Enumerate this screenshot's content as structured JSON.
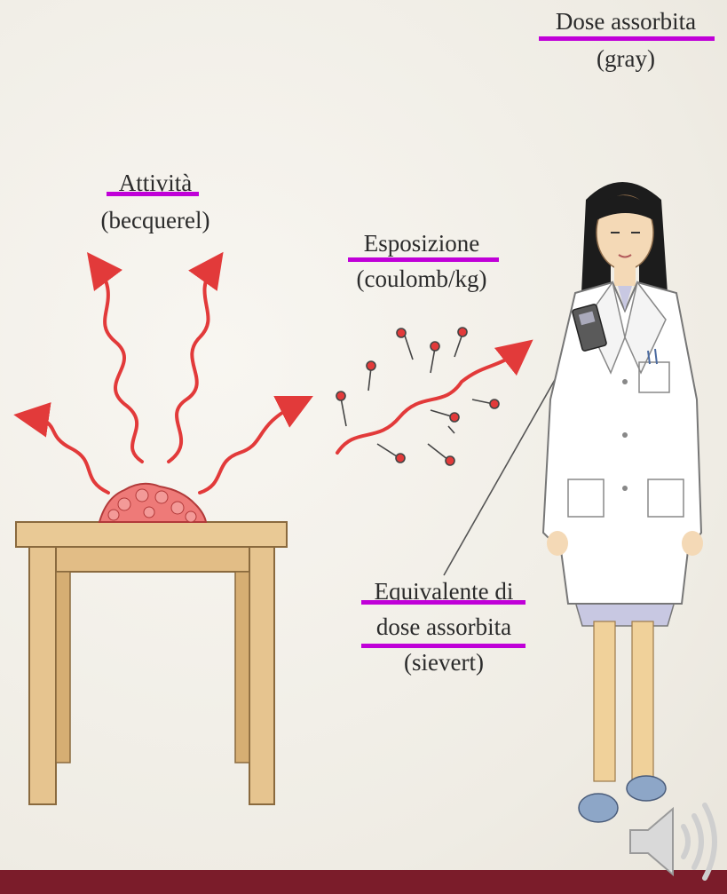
{
  "labels": {
    "dose_title": "Dose assorbita",
    "dose_unit": "(gray)",
    "activity_title": "Attività",
    "activity_unit": "(becquerel)",
    "exposure_title": "Esposizione",
    "exposure_unit": "(coulomb/kg)",
    "equivalent_line1": "Equivalente di",
    "equivalent_line2": "dose assorbita",
    "equivalent_unit": "(sievert)"
  },
  "colors": {
    "underline": "#c000d8",
    "radiation": "#e23a3a",
    "table_wood": "#e8c893",
    "bottom_bar": "#7b1c2a"
  },
  "icons": {
    "speaker": "speaker-icon"
  }
}
